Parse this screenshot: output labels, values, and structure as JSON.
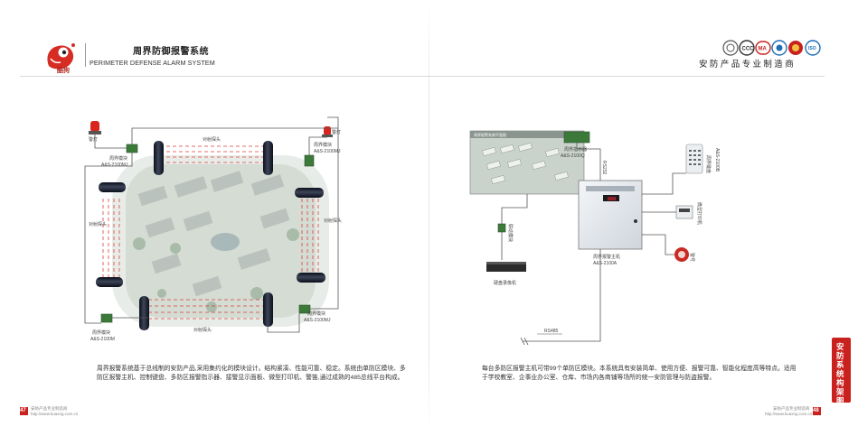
{
  "header": {
    "title_cn": "周界防御报警系统",
    "title_en": "PERIMETER DEFENSE ALARM SYSTEM",
    "brand": "酷狗",
    "slogan": "安防产品专业制造商"
  },
  "left_diagram": {
    "warning_light_left": "警灯",
    "warning_light_right": "警灯",
    "module_top_left": "周界模块",
    "module_top_left_model": "A&S-2100MJ",
    "module_top_right": "周界模块",
    "module_top_right_model": "A&S-2100MJ",
    "module_bottom_left": "周界模块",
    "module_bottom_left_model": "A&S-2100M",
    "module_bottom_right": "周界模块",
    "module_bottom_right_model": "A&S-2100MJ",
    "beam_top": "对射探头",
    "beam_bottom": "对射探头",
    "beam_left": "对射探头",
    "beam_right": "对射探头"
  },
  "right_diagram": {
    "map_caption": "周界报警系统平面图",
    "indicator": "周界指示器",
    "indicator_model": "A&S-2100Q",
    "rs232": "RS232",
    "linkage": "联动模块",
    "recorder": "硬盘录像机",
    "host": "周界报警主机",
    "host_model": "A&S-2100A",
    "keyboard": "周界键盘",
    "keyboard_model": "A&S-2100B",
    "printer": "微型打印机",
    "siren": "警号",
    "display_value": "888",
    "rs485": "RS485"
  },
  "description_left": "周界报警系统基于总线制的安防产品,采用集约化的模块设计。结构紧凑、性能可靠、稳定。系统由单防区模块、多防区报警主机、控制键盘、多防区报警指示器、接警显示面板、微型打印机、警笛,通过成熟的485总线平台构成。",
  "description_right": "每台多防区报警主机可带99个单防区模块。本系统具有安装简单、使用方便、报警可靠、智能化程度高等特点。适用于学校教室、企事业办公室、仓库、市场内各商铺等场所的统一安防管理与防盗报警。",
  "side_tab": "安防系统构架图",
  "page_left": "47",
  "page_right": "48",
  "footer_left_cn": "安防产品专业制造商",
  "footer_left_url": "http://www.kuaxng.com.cn",
  "footer_right_cn": "安防产品专业制造商",
  "footer_right_url": "http://www.kuaxng.com.cn",
  "colors": {
    "accent": "#c9211e",
    "beam": "#d9413b",
    "line": "#555555",
    "panel": "#e9ecef"
  }
}
